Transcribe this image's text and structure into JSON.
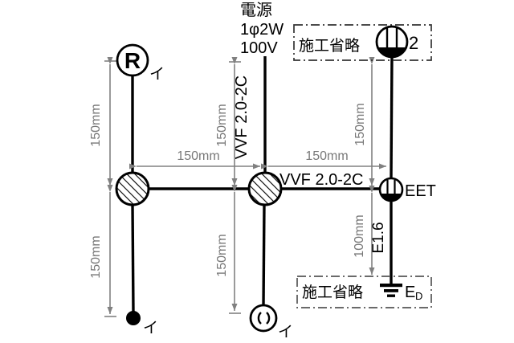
{
  "diagram": {
    "title_meaning": "single-line wiring diagram",
    "power": {
      "line1": "電源",
      "line2": "1φ2W",
      "line3": "100V"
    },
    "labels": {
      "circuit_a": "イ",
      "dim_150": "150mm",
      "dim_100": "100mm",
      "cable": "VVF 2.0-2C",
      "omission": "施工省略"
    },
    "devices": {
      "lamp_receptacle": "R",
      "outlet_count": "2",
      "eet_outlet": "EET",
      "ground_main": "E",
      "ground_sub": "D",
      "ground_wire": "E1.6"
    },
    "colors": {
      "wire": "#000000",
      "dimension": "#808080",
      "box_top": "#333333",
      "box_bottom": "#555555"
    }
  }
}
